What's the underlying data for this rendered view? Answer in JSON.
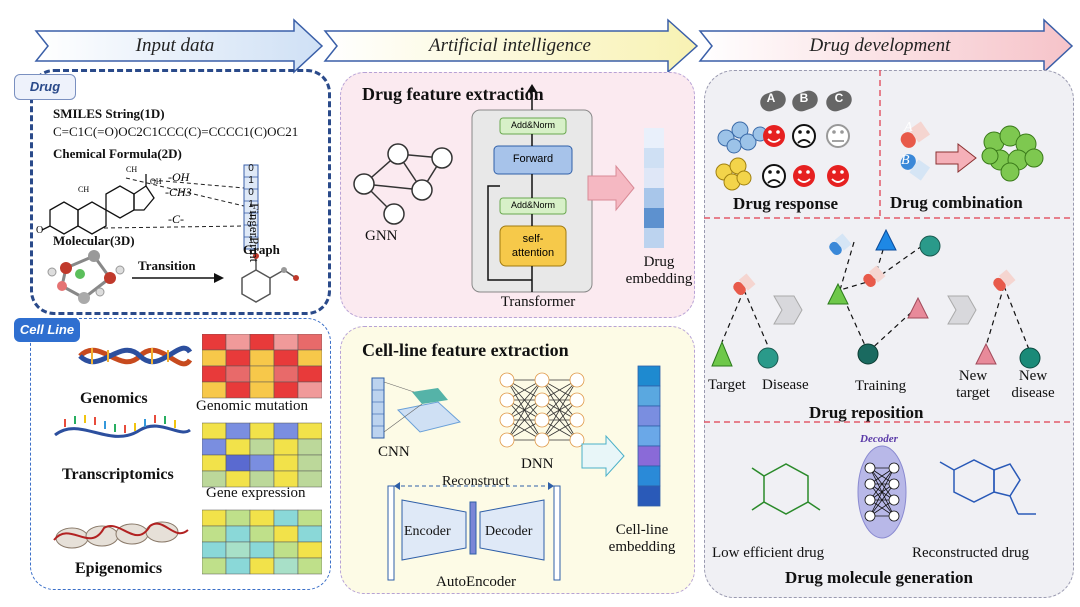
{
  "header": {
    "input_data": "Input data",
    "ai": "Artificial intelligence",
    "drug_dev": "Drug development"
  },
  "drug": {
    "tag": "Drug",
    "smiles_title": "SMILES String(1D)",
    "smiles_value": "C=C1C(=O)OC2C1CCC(C)=CCCC1(C)OC21",
    "formula_title": "Chemical Formula(2D)",
    "fp_label": "FingerPrint",
    "fp_bits": [
      "0",
      "1",
      "0",
      "1",
      "1",
      ":",
      "1"
    ],
    "groups": [
      "-OH",
      "-CH3",
      "-C-"
    ],
    "molecular_title": "Molecular(3D)",
    "transition": "Transition",
    "graph": "Graph"
  },
  "cell_line": {
    "tag": "Cell Line",
    "genomics": "Genomics",
    "transcriptomics": "Transcriptomics",
    "epigenomics": "Epigenomics",
    "genomic_mutation": "Genomic mutation",
    "gene_expression": "Gene expression"
  },
  "drug_feature": {
    "title": "Drug feature extraction",
    "gnn": "GNN",
    "transformer": "Transformer",
    "add_norm_top": "Add&Norm",
    "forward": "Forward",
    "add_norm_bottom": "Add&Norm",
    "self_attention_1": "self-",
    "self_attention_2": "attention",
    "embedding_1": "Drug",
    "embedding_2": "embedding"
  },
  "cell_feature": {
    "title": "Cell-line feature extraction",
    "cnn": "CNN",
    "dnn": "DNN",
    "reconstruct": "Reconstruct",
    "encoder": "Encoder",
    "decoder": "Decoder",
    "autoencoder": "AutoEncoder",
    "embedding_1": "Cell-line",
    "embedding_2": "embedding"
  },
  "dev": {
    "drug_response": "Drug response",
    "drug_combination": "Drug combination",
    "response_letters": [
      "A",
      "B",
      "C"
    ],
    "combo_a": "A",
    "combo_b": "B",
    "target": "Target",
    "disease": "Disease",
    "training": "Training",
    "new_target_1": "New",
    "new_target_2": "target",
    "new_disease_1": "New",
    "new_disease_2": "disease",
    "drug_reposition": "Drug reposition",
    "decoder": "Decoder",
    "low_efficient": "Low efficient drug",
    "reconstructed": "Reconstructed drug",
    "generation": "Drug molecule generation"
  },
  "colors": {
    "drug_border": "#2a4a8a",
    "tag_blue": "#2f6fd0",
    "arrow_blue": "#dde9f8",
    "arrow_yellow": "#fbf7cf",
    "arrow_pink": "#f9d3d6",
    "pink_panel": "#f9e8ee",
    "yellow_panel": "#fdfbe6",
    "gray_panel": "#eeeef2",
    "red_divider": "#e35a6a"
  }
}
